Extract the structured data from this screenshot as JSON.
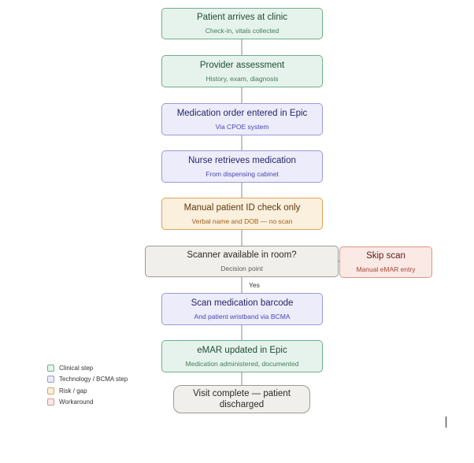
{
  "steps": {
    "arrival": {
      "title": "Patient arrives at clinic",
      "subtitle": "Check-in, vitals collected"
    },
    "assessment": {
      "title": "Provider assessment",
      "subtitle": "History, exam, diagnosis"
    },
    "order": {
      "title": "Medication order entered in Epic",
      "subtitle": "Via CPOE system"
    },
    "retrieve": {
      "title": "Nurse retrieves medication",
      "subtitle": "From dispensing cabinet"
    },
    "manual_id": {
      "title": "Manual patient ID check only",
      "subtitle": "Verbal name and DOB — no scan"
    },
    "scanner": {
      "title": "Scanner available in room?",
      "subtitle": "Decision point"
    },
    "skip_scan": {
      "title": "Skip scan",
      "subtitle": "Manual eMAR entry"
    },
    "scan": {
      "title": "Scan medication barcode",
      "subtitle": "And patient wristband via BCMA"
    },
    "emar": {
      "title": "eMAR updated in Epic",
      "subtitle": "Medication administered, documented"
    },
    "complete": {
      "title": "Visit complete — patient discharged"
    }
  },
  "edge_labels": {
    "yes": "Yes"
  },
  "legend": [
    {
      "label": "Clinical step",
      "fill": "#e6f3ec",
      "stroke": "#6fae8b"
    },
    {
      "label": "Technology / BCMA step",
      "fill": "#ececfb",
      "stroke": "#9b98d8"
    },
    {
      "label": "Risk / gap",
      "fill": "#fbefdd",
      "stroke": "#d9a55c"
    },
    {
      "label": "Workaround",
      "fill": "#fbe9e6",
      "stroke": "#d99486"
    }
  ]
}
